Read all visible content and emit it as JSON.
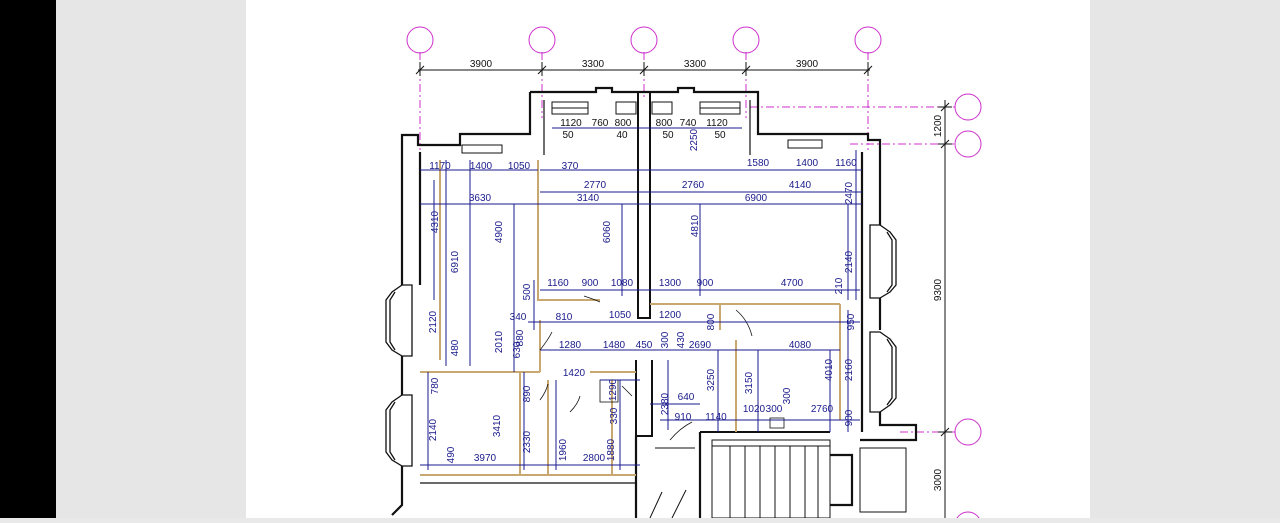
{
  "viewer": {
    "background": "#e9e9e9",
    "left_panel_color": "#000000"
  },
  "plan": {
    "colors": {
      "axis": "#cc2fcc",
      "dimension": "#1a1a8c",
      "wall": "#111111",
      "partition": "#c8a870"
    },
    "top_dimensions": [
      "3900",
      "3300",
      "3300",
      "3900"
    ],
    "right_dimensions": [
      "1200",
      "9300",
      "3000"
    ],
    "window_row_1": [
      "1120",
      "760",
      "800",
      "800",
      "740",
      "1120"
    ],
    "window_row_2": [
      "50",
      "40",
      "50",
      "50"
    ],
    "labels": [
      "2250",
      "1170",
      "1400",
      "1050",
      "370",
      "1580",
      "1400",
      "1160",
      "2770",
      "2760",
      "4140",
      "3630",
      "3140",
      "6900",
      "2470",
      "4310",
      "6910",
      "4900",
      "6060",
      "4810",
      "1160",
      "900",
      "1080",
      "1300",
      "900",
      "4700",
      "2140",
      "210",
      "500",
      "340",
      "810",
      "1050",
      "1200",
      "880",
      "300",
      "430",
      "800",
      "950",
      "2120",
      "480",
      "2010",
      "630",
      "1280",
      "1480",
      "450",
      "2690",
      "4080",
      "1420",
      "780",
      "890",
      "1290",
      "2380",
      "640",
      "3250",
      "3150",
      "4010",
      "2160",
      "330",
      "910",
      "1140",
      "1020",
      "300",
      "300",
      "2760",
      "900",
      "2140",
      "3410",
      "2330",
      "1960",
      "1880",
      "490",
      "3970",
      "2800"
    ]
  }
}
